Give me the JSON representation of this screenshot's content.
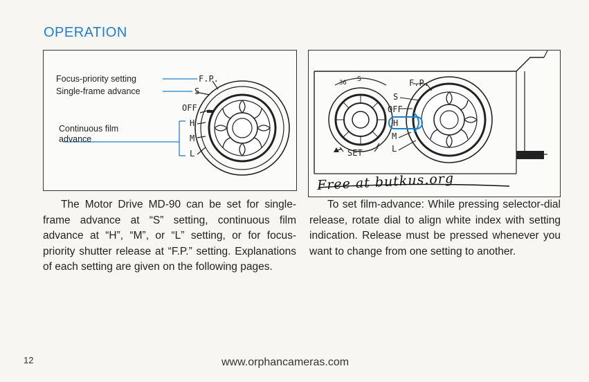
{
  "heading": "OPERATION",
  "figure_left": {
    "labels": {
      "focus_priority": "Focus-priority setting",
      "single_frame": "Single-frame advance",
      "continuous_line1": "Continuous film",
      "continuous_line2": "advance"
    },
    "modes": [
      "F.P.",
      "S",
      "OFF",
      "H",
      "M",
      "L"
    ]
  },
  "figure_right": {
    "modes": [
      "F.P.",
      "S",
      "OFF",
      "H",
      "M",
      "L"
    ],
    "set_label": "SET",
    "small_dial_mark": "S",
    "small_dial_number": "36",
    "handwriting": "Free at butkus.org"
  },
  "para_left": "The Motor Drive MD-90 can be set for single-frame advance at “S” setting, continuous film advance at “H”, “M”, or “L” setting, or for focus-priority shutter release at “F.P.” setting. Explanations of each setting are given on the following pages.",
  "para_right": "To set film-advance: While pressing selector-dial release, rotate dial to align white index with setting indication. Release must be pressed whenever you want to change from one setting to another.",
  "page_number": "12",
  "footer_url": "www.orphancameras.com",
  "colors": {
    "heading": "#1f7fc8",
    "highlight": "#1f7fc8"
  }
}
